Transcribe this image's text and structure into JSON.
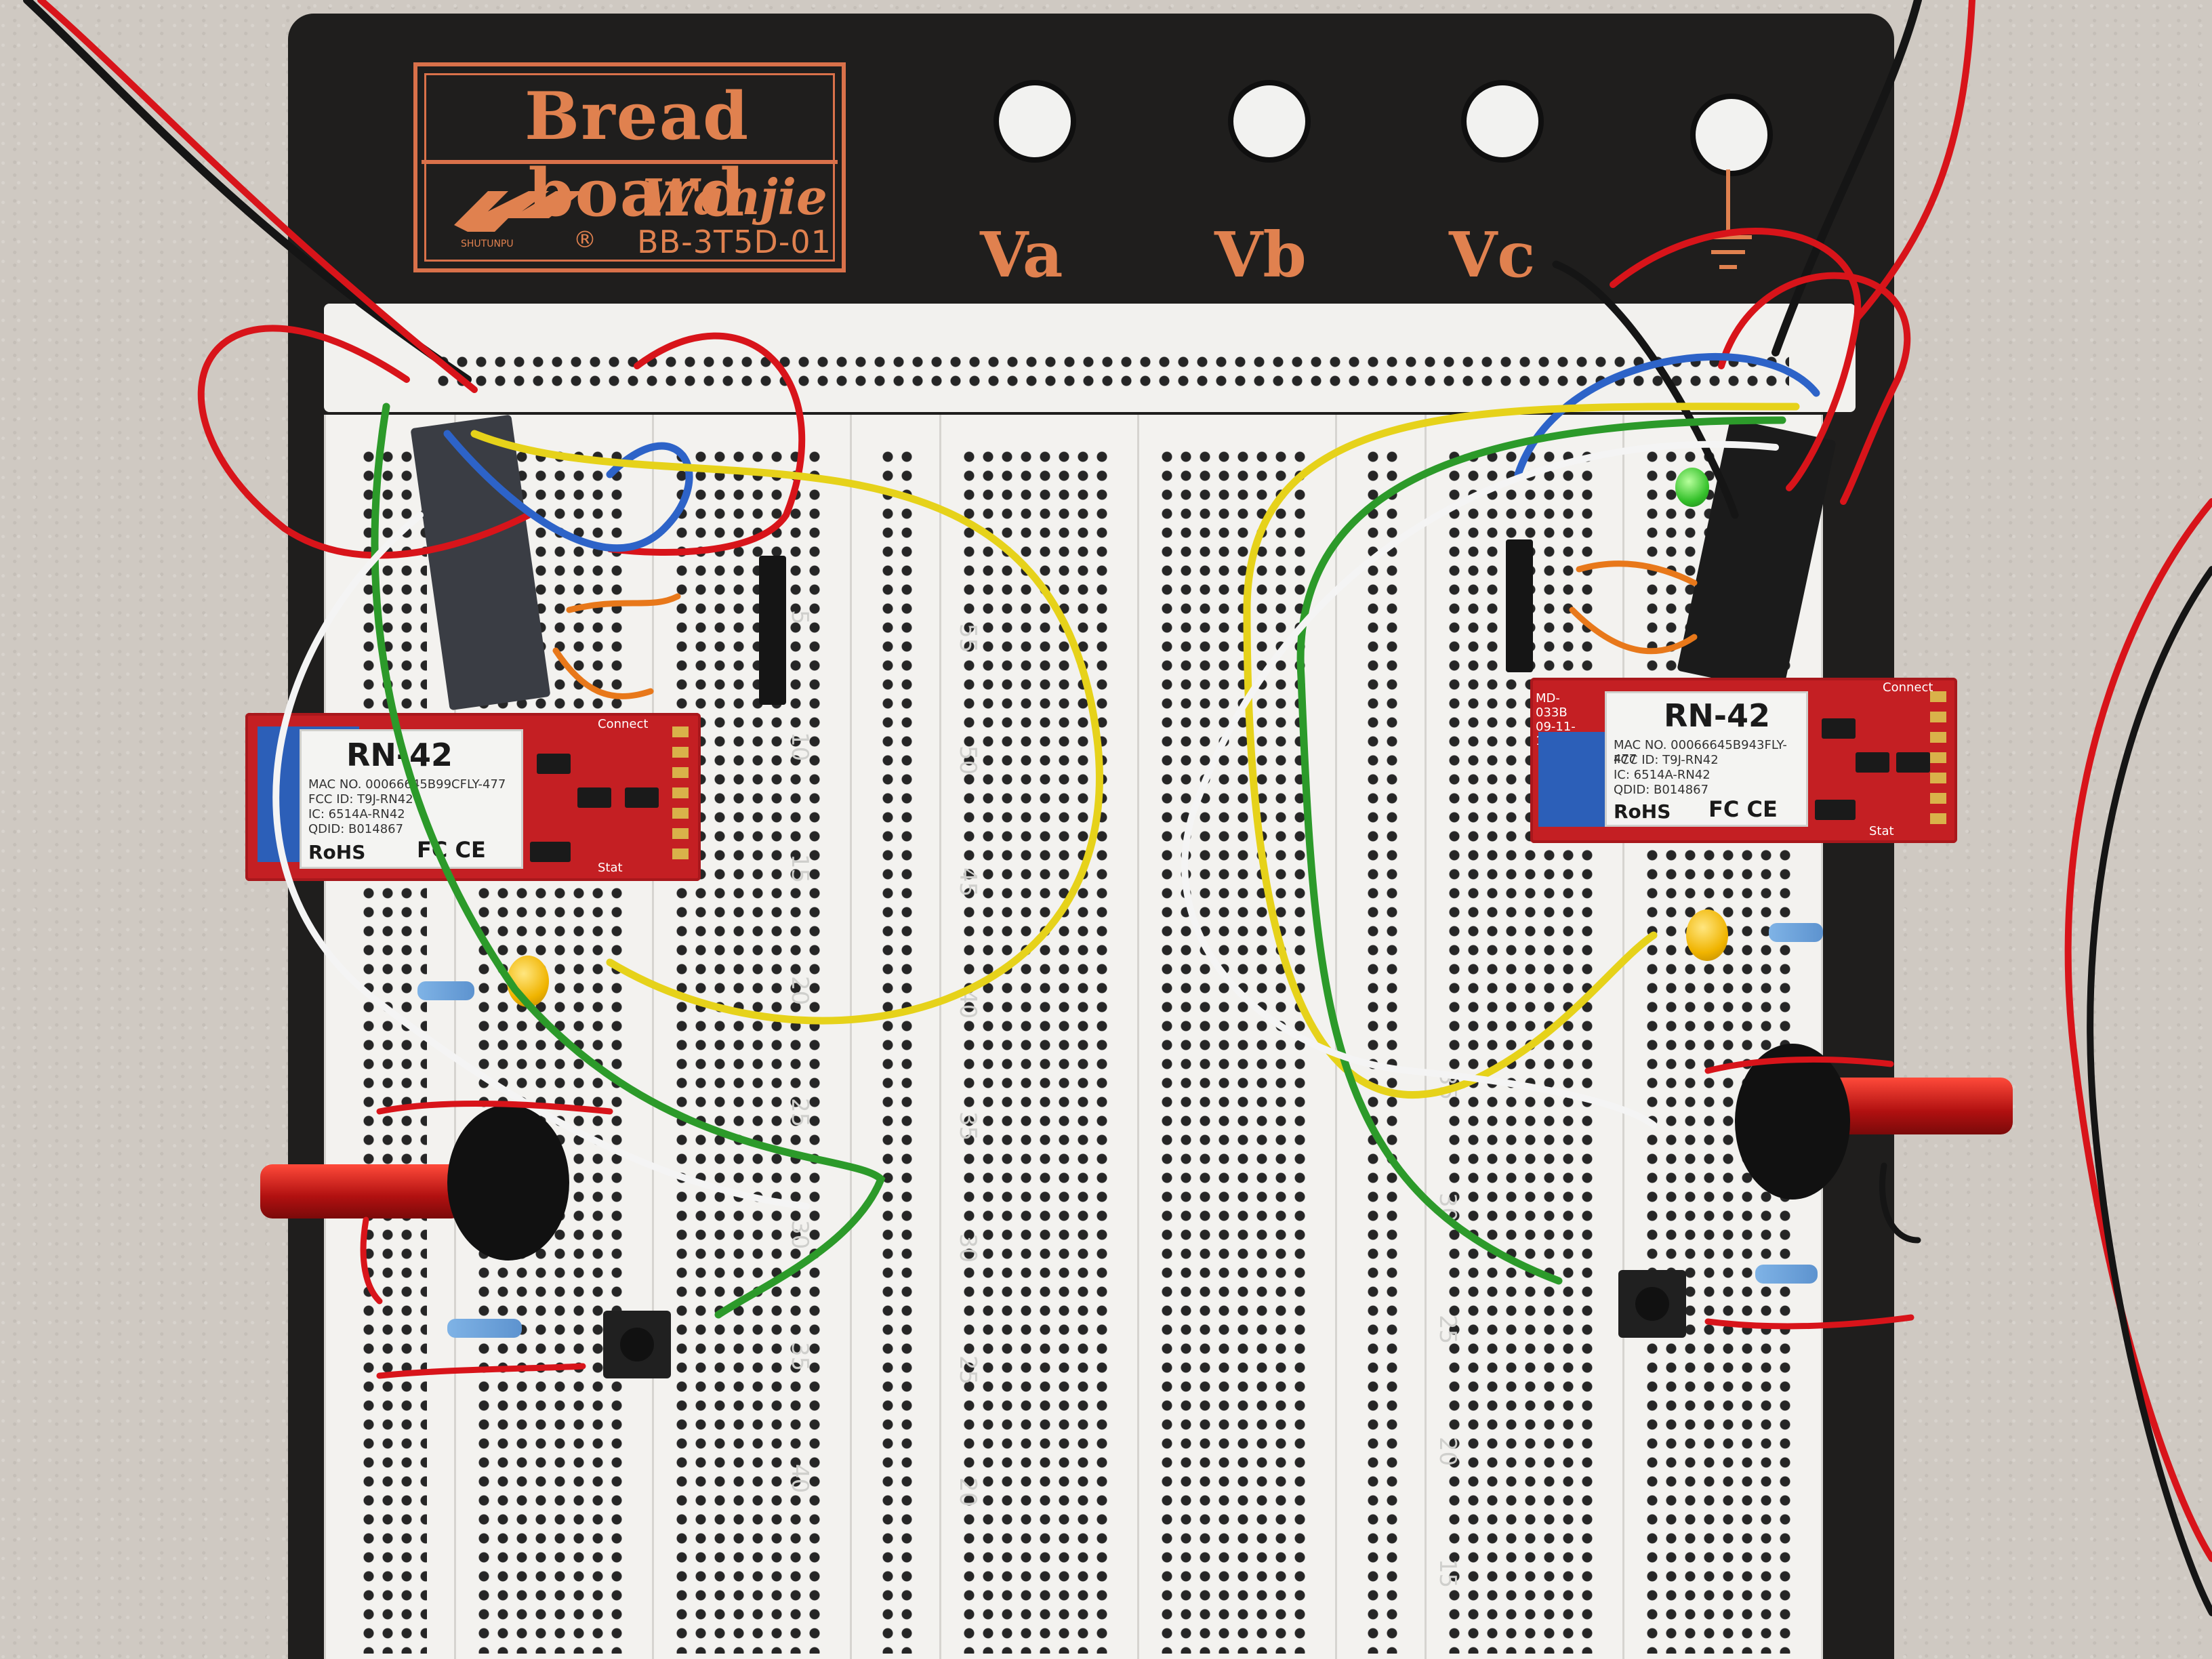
{
  "board": {
    "brand_title": "Bread board",
    "maker": "Wanjie",
    "model": "BB-3T5D-01",
    "logo_text": "SHUTUNPU",
    "registered": "®",
    "posts": [
      {
        "label": "Va"
      },
      {
        "label": "Vb"
      },
      {
        "label": "Vc"
      },
      {
        "label": ""
      }
    ],
    "column_numbers_left": [
      "5",
      "10",
      "15",
      "20",
      "25",
      "30",
      "35",
      "40"
    ],
    "column_numbers_mid": [
      "55",
      "50",
      "45",
      "40",
      "35",
      "30",
      "25",
      "20"
    ],
    "column_numbers_right": [
      "35",
      "30",
      "25",
      "20",
      "15"
    ]
  },
  "modules": [
    {
      "name": "RN-42",
      "mac": "MAC NO. 00066645B99CFLY-477",
      "fcc": "FCC ID: T9J-RN42",
      "ic": "IC: 6514A-RN42",
      "qdid": "QDID: B014867",
      "rohs": "RoHS",
      "marks": "FC CE",
      "pcb_connect": "Connect",
      "pcb_stat": "Stat"
    },
    {
      "name": "RN-42",
      "mac": "MAC NO. 00066645B943FLY-477",
      "fcc": "FCC ID: T9J-RN42",
      "ic": "IC: 6514A-RN42",
      "qdid": "QDID: B014867",
      "rohs": "RoHS",
      "marks": "FC CE",
      "pcb_connect": "Connect",
      "pcb_stat": "Stat",
      "pcb_date": "MD-033B\n09-11-10"
    }
  ],
  "colors": {
    "board_black": "#1f1e1d",
    "brand_orange": "#e0814f",
    "strip_white": "#f3f2ef",
    "wire_red": "#d8141a",
    "wire_yellow": "#e6d21a",
    "wire_green": "#2c9a2a",
    "wire_blue": "#2d63c8",
    "wire_white": "#f4f4f4",
    "wire_black": "#151515",
    "pcb_red": "#c41f23"
  }
}
